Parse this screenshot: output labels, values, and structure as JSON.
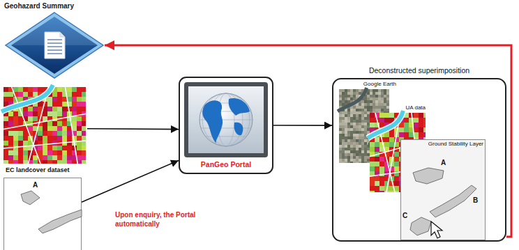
{
  "diagram": {
    "nodes": [
      {
        "text": [
          "Geohazard Summary"
        ]
      },
      {
        "text": [
          "EC landcover dataset"
        ]
      },
      {
        "text": [
          "A"
        ]
      },
      {
        "text": [
          "PanGeo Portal"
        ]
      },
      {
        "text": [
          "Deconstructed superimposition"
        ]
      },
      {
        "text": [
          "Google Earth"
        ],
        "in": 4
      },
      {
        "text": [
          "UA data"
        ],
        "in": 4
      },
      {
        "text": [
          "Ground Stability Layer",
          "A",
          "B",
          "C"
        ],
        "in": 4
      }
    ],
    "edges": [
      {
        "from": 1,
        "to": 3,
        "arrow": "to"
      },
      {
        "from": 2,
        "to": 3,
        "arrow": "to"
      },
      {
        "from": 3,
        "to": 4,
        "arrow": "to"
      },
      {
        "from": 4,
        "to": 0,
        "arrow": "to"
      }
    ],
    "labels": [
      "Upon enquiry, the Portal automatically"
    ]
  }
}
